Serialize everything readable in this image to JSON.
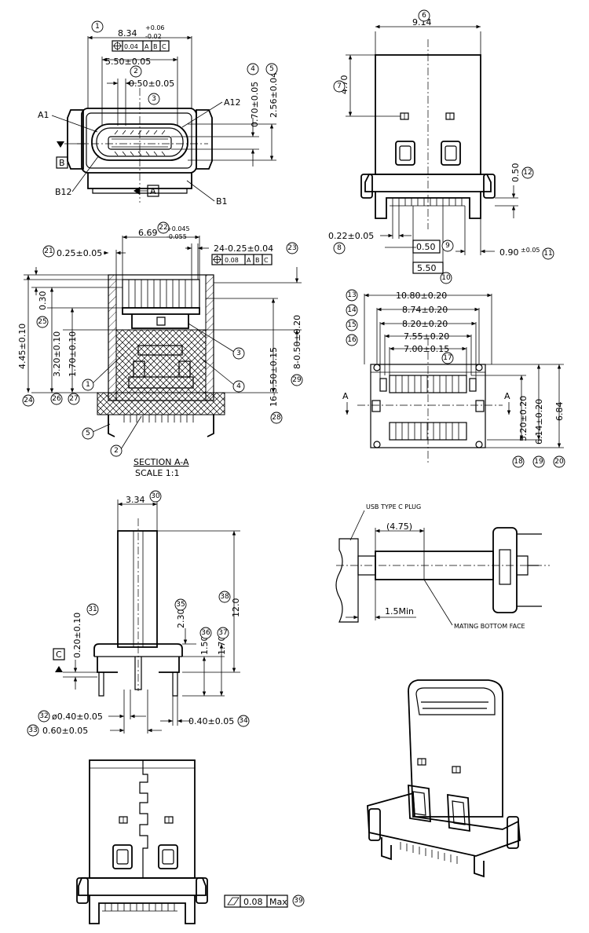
{
  "section_title": "SECTION A-A",
  "section_scale": "SCALE 1:1",
  "datum_a": "A",
  "datum_b": "B",
  "datum_c": "C",
  "pins": {
    "a1": "A1",
    "a12": "A12",
    "b1": "B1",
    "b12": "B12"
  },
  "view1": {
    "dim_width": "8.34",
    "dim_width_tol_upper": "+0.06",
    "dim_width_tol_lower": "-0.02",
    "fcf_tolerance": "0.04",
    "fcf_datums": [
      "A",
      "B",
      "C"
    ],
    "dim_opening": "5.50±0.05",
    "dim_pitch": "0.50±0.05",
    "dim_tongue": "0.70±0.05",
    "dim_height": "2.56±0.04"
  },
  "view2": {
    "dim_width": "9.14",
    "dim_top": "4.70",
    "dim_offset": "0.50",
    "dim_pad_width": "0.22±0.05",
    "dim_pad_gap": "0.50",
    "dim_pad_span": "5.50",
    "dim_pin_space": "0.90",
    "dim_pin_space_tol": "±0.05"
  },
  "section": {
    "dim_width": "6.69",
    "dim_width_tol_upper": "+0.045",
    "dim_width_tol_lower": "-0.055",
    "dim_wall": "0.25±0.05",
    "dim_pins": "24-0.25±0.04",
    "fcf_tolerance": "0.08",
    "fcf_datums": [
      "A",
      "B",
      "C"
    ],
    "dim_030": "0.30",
    "dim_445": "4.45±0.10",
    "dim_320": "3.20±0.10",
    "dim_170": "1.70±0.10",
    "dim_050": "8-0.50±0.20",
    "dim_350": "16-3.50±0.15"
  },
  "footprint": {
    "dim_1080": "10.80±0.20",
    "dim_874": "8.74±0.20",
    "dim_820": "8.20±0.20",
    "dim_755": "7.55±0.20",
    "dim_700": "7.00±0.15",
    "dim_520": "5.20±0.20",
    "dim_614": "6.14±0.20",
    "dim_684": "6.84"
  },
  "side": {
    "dim_width": "3.34",
    "dim_020": "0.20±0.10",
    "dim_230": "2.30",
    "dim_150": "1.50",
    "dim_170": "1.70",
    "dim_120": "12.0",
    "dim_dia": "ø0.40±0.05",
    "dim_060": "0.60±0.05",
    "dim_040": "0.40±0.05"
  },
  "mating": {
    "label_plug": "USB TYPE C PLUG",
    "dim_475": "(4.75)",
    "dim_min": "1.5Min",
    "label_face": "MATING BOTTOM FACE"
  },
  "flatness": {
    "value": "0.08",
    "suffix": "Max"
  },
  "balloons": [
    "1",
    "2",
    "3",
    "4",
    "5",
    "6",
    "7",
    "8",
    "9",
    "10",
    "11",
    "12",
    "13",
    "14",
    "15",
    "16",
    "17",
    "18",
    "19",
    "20",
    "21",
    "22",
    "23",
    "24",
    "25",
    "26",
    "27",
    "28",
    "29",
    "30",
    "31",
    "32",
    "33",
    "34",
    "35",
    "36",
    "37",
    "38",
    "39"
  ]
}
